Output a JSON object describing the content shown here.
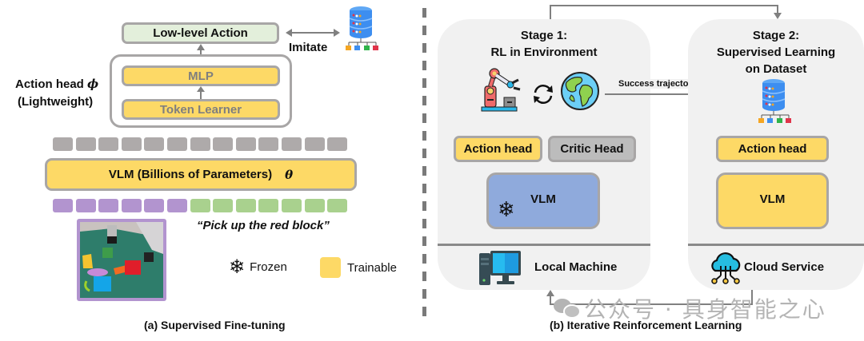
{
  "panel_a": {
    "caption": "(a) Supervised Fine-tuning",
    "low_level_action": "Low-level Action",
    "imitate": "Imitate",
    "action_head_label": "Action head",
    "action_head_symbol": "ϕ",
    "action_head_sub": "(Lightweight)",
    "mlp": "MLP",
    "token_learner": "Token Learner",
    "vlm": "VLM (Billions of Parameters)",
    "vlm_symbol": "θ",
    "instruction": "“Pick up the red block”",
    "legend": {
      "frozen": "Frozen",
      "trainable": "Trainable"
    },
    "token_counts": {
      "output_grey": 13,
      "image_purple": 6,
      "text_green": 7
    }
  },
  "panel_b": {
    "caption": "(b) Iterative Reinforcement Learning",
    "stage1": {
      "title_line1": "Stage 1:",
      "title_line2": "RL in Environment",
      "action_head": "Action head",
      "critic_head": "Critic Head",
      "vlm": "VLM",
      "footer": "Local Machine"
    },
    "arrow_label": "Success trajectories",
    "stage2": {
      "title_line1": "Stage 2:",
      "title_line2": "Supervised Learning",
      "title_line3": "on Dataset",
      "action_head": "Action head",
      "vlm": "VLM",
      "footer": "Cloud Service"
    }
  },
  "watermark": "公众号 · 具身智能之心",
  "colors": {
    "trainable": "#fdd966",
    "frozen_vlm": "#8faadc",
    "critic": "#bcbcbc",
    "low_level_action": "#e3efdb",
    "image_tokens": "#b294cf",
    "text_tokens": "#a9d18e",
    "output_tokens": "#aeaaaa"
  }
}
